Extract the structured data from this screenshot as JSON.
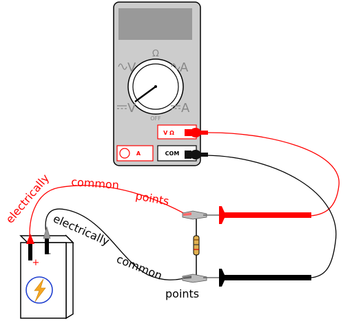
{
  "meter": {
    "ohm_symbol": "Ω",
    "ac_v_label": "V",
    "ac_a_label": "A",
    "dc_v_label": "V",
    "dc_a_label": "A",
    "off_label": "OFF",
    "jack_vohm_label": "V Ω",
    "jack_a_label": "A",
    "jack_com_label": "COM"
  },
  "annotations": {
    "red_word1": "electrically",
    "red_word2": "common",
    "red_word3": "points",
    "black_word1": "electrically",
    "black_word2": "common",
    "black_word3": "points"
  },
  "battery": {
    "plus_label": "+",
    "minus_label": "-"
  },
  "colors": {
    "meter_body": "#cccccc",
    "meter_display": "#999999",
    "probe_red": "#ff0000",
    "probe_black": "#000000",
    "wire_red": "#ff0000",
    "wire_black": "#000000",
    "battery_body": "#ffffff",
    "lightning": "#f5a623",
    "lightning_ring": "#1f3fcf",
    "resistor": "#e0b050"
  },
  "icons": {
    "battery_symbol": "lightning-icon",
    "resistor": "resistor-icon",
    "clip": "alligator-clip-icon",
    "probe": "test-probe-icon"
  }
}
